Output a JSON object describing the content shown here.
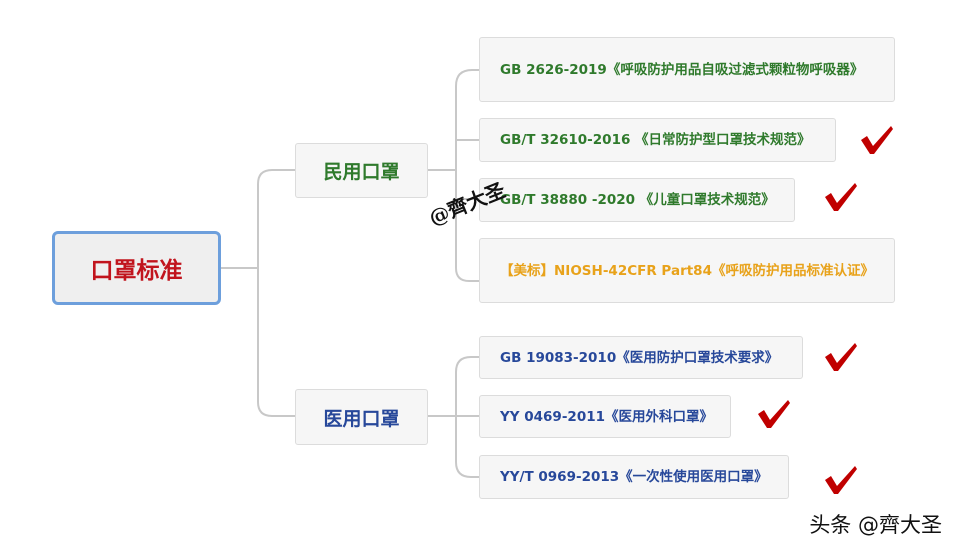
{
  "root": {
    "label": "口罩标准"
  },
  "branches": [
    {
      "label": "民用口罩",
      "color": "#2f7a2c",
      "items": [
        {
          "text": "GB 2626-2019《呼吸防护用品自吸过滤式颗粒物呼吸器》",
          "checked": false
        },
        {
          "text": "GB/T 32610-2016 《日常防护型口罩技术规范》",
          "checked": true
        },
        {
          "text": "GB/T 38880 -2020 《儿童口罩技术规范》",
          "checked": true
        },
        {
          "text": "【美标】NIOSH-42CFR Part84《呼吸防护用品标准认证》",
          "checked": false,
          "color": "#e8a21a"
        }
      ]
    },
    {
      "label": "医用口罩",
      "color": "#27489a",
      "items": [
        {
          "text": "GB 19083-2010《医用防护口罩技术要求》",
          "checked": true
        },
        {
          "text": "YY 0469-2011《医用外科口罩》",
          "checked": true
        },
        {
          "text": "YY/T 0969-2013《一次性使用医用口罩》",
          "checked": true
        }
      ]
    }
  ],
  "watermark": "@齊大圣",
  "credit": "头条 @齊大圣",
  "colors": {
    "root_text": "#c1141d",
    "root_border": "#6d9fdc",
    "check": "#c00000",
    "connector": "#c8c8c8"
  }
}
